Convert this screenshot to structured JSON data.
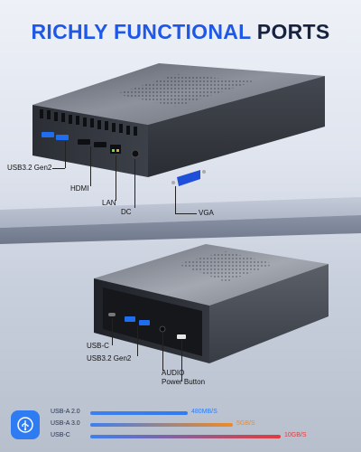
{
  "title": {
    "part1": "RICHLY FUNCTIONAL",
    "part2": " PORTS"
  },
  "top_device_labels": {
    "usb32": "USB3.2 Gen2",
    "hdmi": "HDMI",
    "lan": "LAN",
    "dc": "DC",
    "vga": "VGA"
  },
  "bottom_device_labels": {
    "usbc": "USB-C",
    "usb32": "USB3.2 Gen2",
    "audio": "AUDIO",
    "power": "Power Button"
  },
  "legend": {
    "rows": [
      {
        "name": "USB-A 2.0",
        "speed": "480MB/S",
        "fraction": 0.49,
        "color": "#2f7cf2"
      },
      {
        "name": "USB-A 3.0",
        "speed": "5GB/S",
        "fraction": 0.72,
        "color": "#f08a24"
      },
      {
        "name": "USB-C",
        "speed": "10GB/S",
        "fraction": 0.96,
        "color": "#e23b3b"
      }
    ]
  },
  "colors": {
    "accent_blue": "#1f57e6",
    "title_dark": "#17223f"
  }
}
